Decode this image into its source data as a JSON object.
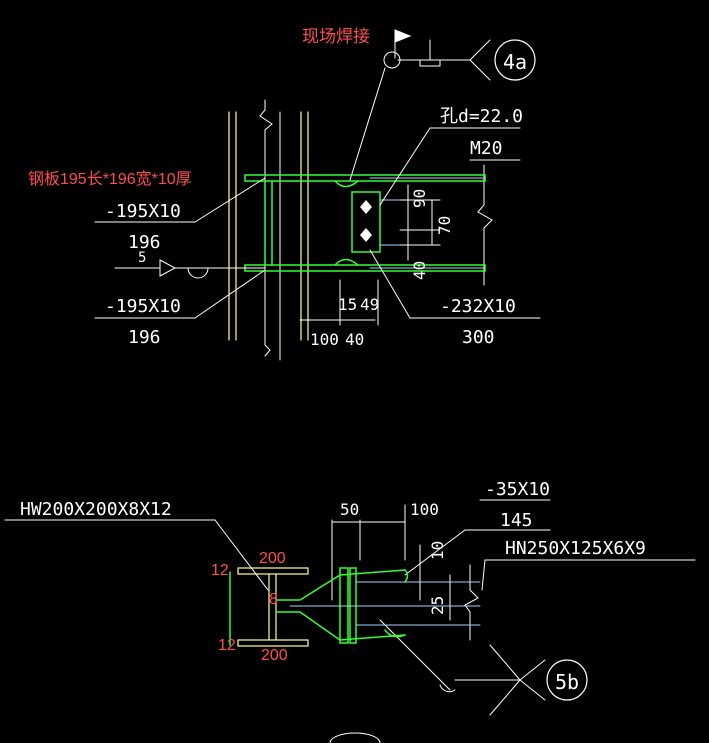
{
  "annotations": {
    "site_weld": "现场焊接",
    "plate_note": "钢板195长*196宽*10厚",
    "hole": "孔d=22.0",
    "bolt": "M20",
    "plate_195_a": "-195X10",
    "plate_196_a": "196",
    "plate_195_b": "-195X10",
    "plate_196_b": "196",
    "plate_232": "-232X10",
    "plate_300": "300",
    "dim_90": "90",
    "dim_70": "70",
    "dim_40": "40",
    "dim_15": "15",
    "dim_49": "49",
    "dim_100": "100",
    "dim_40b": "40",
    "dim_5": "5",
    "detail_4a": "4a",
    "hw_label": "HW200X200X8X12",
    "hn_label": "HN250X125X6X9",
    "plate_35": "-35X10",
    "plate_145": "145",
    "dim_50": "50",
    "dim_100b": "100",
    "dim_10": "10",
    "dim_25": "25",
    "detail_5b": "5b",
    "red_200_top": "200",
    "red_200_bottom": "200",
    "red_12_top": "12",
    "red_12_bottom": "12",
    "red_8": "8"
  },
  "colors": {
    "background": "#000000",
    "line_white": "#ffffff",
    "line_green": "#33ff33",
    "line_yellow": "#ffff99",
    "line_cyan": "#9fd3ff",
    "annotation_red": "#ff4d4d"
  }
}
